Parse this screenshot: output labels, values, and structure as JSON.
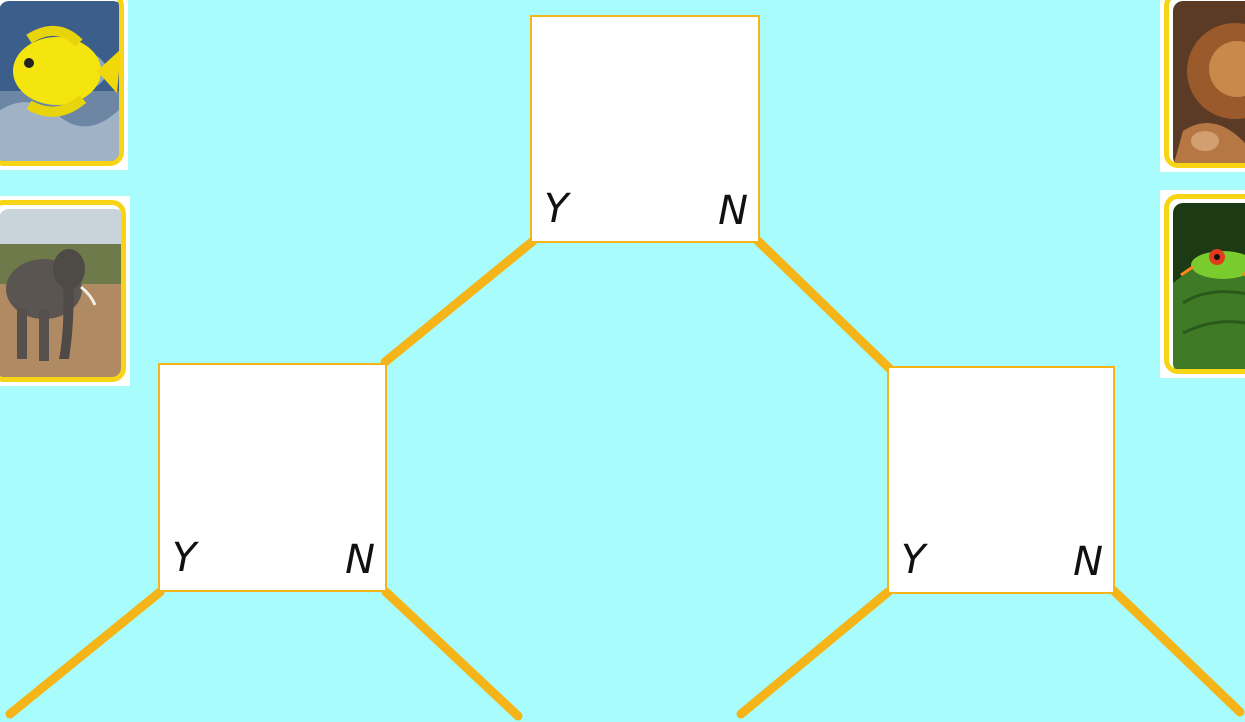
{
  "diagram": {
    "background": "#a8fdfc",
    "branch_color": "#f5b417",
    "nodes": [
      {
        "id": "root",
        "yes_label": "Y",
        "no_label": "N"
      },
      {
        "id": "left",
        "yes_label": "Y",
        "no_label": "N"
      },
      {
        "id": "right",
        "yes_label": "Y",
        "no_label": "N"
      }
    ],
    "cards": [
      {
        "id": "fish",
        "icon": "yellow-tang-fish-photo"
      },
      {
        "id": "elephant",
        "icon": "elephant-photo"
      },
      {
        "id": "lion",
        "icon": "lion-photo"
      },
      {
        "id": "frog",
        "icon": "red-eyed-tree-frog-photo"
      }
    ]
  }
}
